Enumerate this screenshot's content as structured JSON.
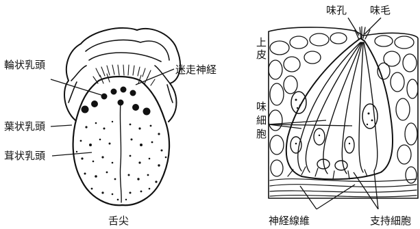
{
  "tongue": {
    "labels": {
      "vagus_nerve": "迷走神経",
      "circumvallate_papillae": "輪状乳頭",
      "foliate_papillae": "葉状乳頭",
      "fungiform_papillae": "茸状乳頭",
      "tongue_tip": "舌尖"
    }
  },
  "taste_bud": {
    "labels": {
      "taste_pore": "味孔",
      "taste_hair": "味毛",
      "epithelium_chars": [
        "上",
        "皮"
      ],
      "taste_cell_chars": [
        "味",
        "細",
        "胞"
      ],
      "nerve_fiber": "神経線維",
      "support_cell": "支持細胞"
    }
  }
}
